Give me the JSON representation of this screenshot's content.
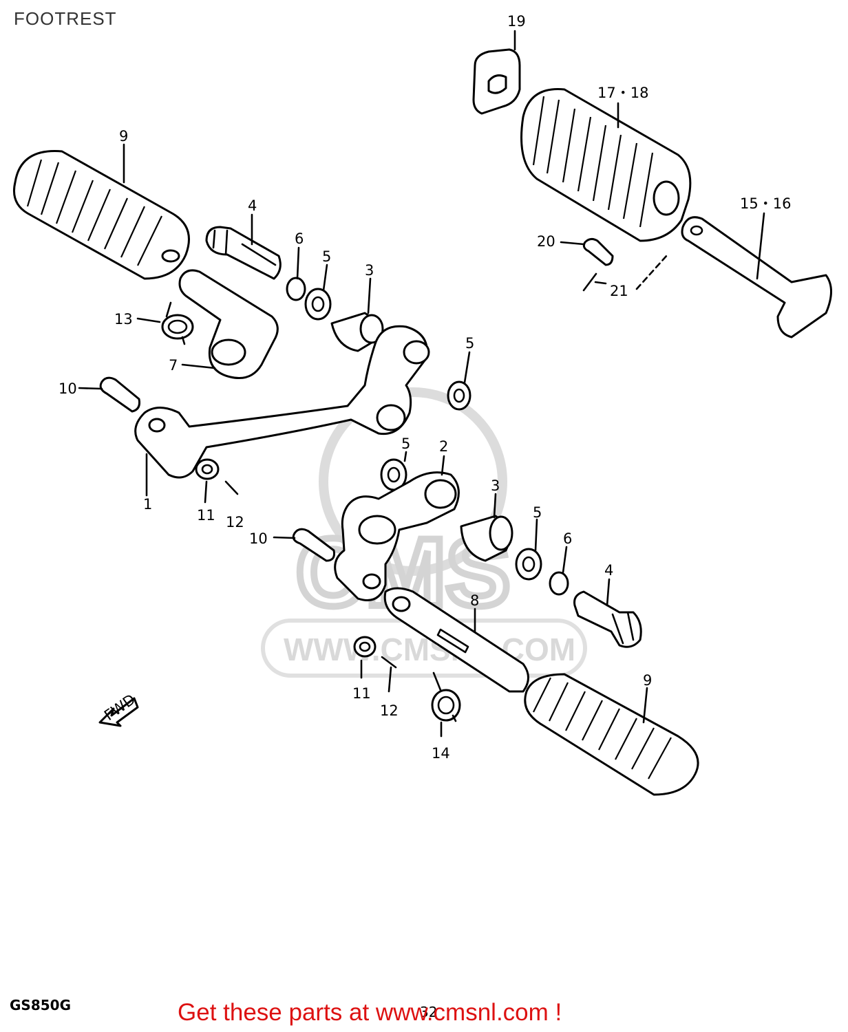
{
  "page_title": "FOOTREST",
  "model_code": "GS850G",
  "page_number": "32",
  "promo_text": "Get these parts at www.cmsnl.com !",
  "watermark": {
    "text": "WWW.CMSNL.COM",
    "logo": "CMS"
  },
  "front_arrow": {
    "label": "FWD",
    "icon": "front-direction-arrow-icon"
  },
  "callouts": {
    "c1": "1",
    "c2": "2",
    "c3a": "3",
    "c3b": "3",
    "c4a": "4",
    "c4b": "4",
    "c5a": "5",
    "c5b": "5",
    "c5c": "5",
    "c5d": "5",
    "c6a": "6",
    "c6b": "6",
    "c7": "7",
    "c8": "8",
    "c9a": "9",
    "c9b": "9",
    "c10a": "10",
    "c10b": "10",
    "c11a": "11",
    "c11b": "11",
    "c12a": "12",
    "c12b": "12",
    "c13": "13",
    "c14": "14",
    "c15_16": "15・16",
    "c17_18": "17・18",
    "c19": "19",
    "c20": "20",
    "c21": "21"
  }
}
